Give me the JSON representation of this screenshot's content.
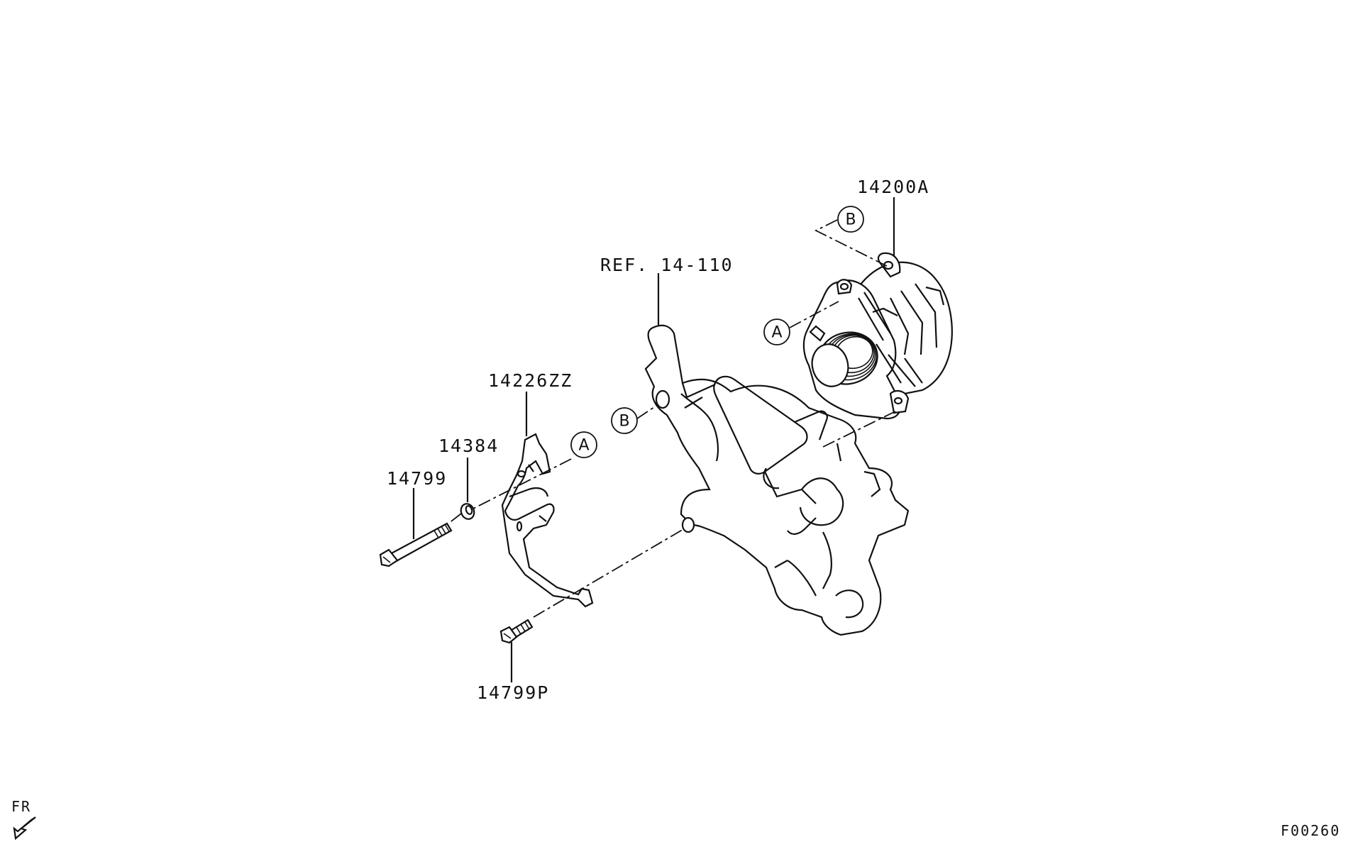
{
  "diagram": {
    "figure_code": "F00260",
    "direction_indicator": "FR",
    "parts": [
      {
        "id": "alternator",
        "part_number": "14200A"
      },
      {
        "id": "reference",
        "part_number": "REF. 14-110"
      },
      {
        "id": "bracket",
        "part_number": "14226ZZ"
      },
      {
        "id": "washer",
        "part_number": "14384"
      },
      {
        "id": "long-bolt",
        "part_number": "14799"
      },
      {
        "id": "short-bolt",
        "part_number": "14799P"
      }
    ],
    "callouts": [
      {
        "letter": "A"
      },
      {
        "letter": "A"
      },
      {
        "letter": "B"
      },
      {
        "letter": "B"
      }
    ]
  }
}
